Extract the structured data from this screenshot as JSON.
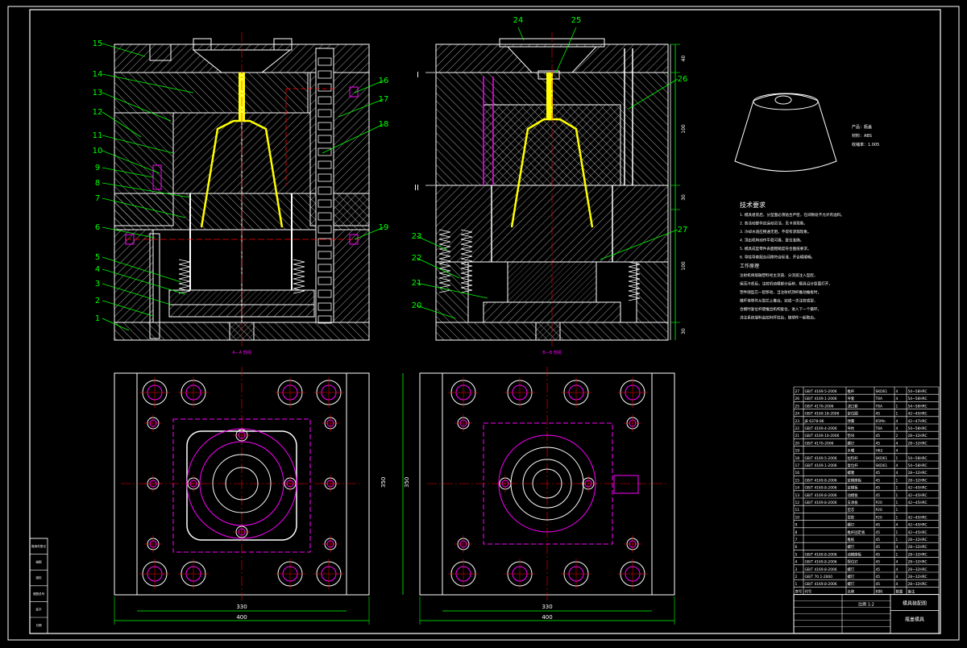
{
  "colors": {
    "background": "#000000",
    "frame": "#ffffff",
    "hatch": "#ffffff",
    "part": "#ffff00",
    "leader": "#00ff00",
    "hole": "#ff00ff",
    "center": "#ff0000",
    "dim": "#00ff00"
  },
  "balloons": [
    {
      "id": "b1",
      "label": "1"
    },
    {
      "id": "b2",
      "label": "2"
    },
    {
      "id": "b3",
      "label": "3"
    },
    {
      "id": "b4",
      "label": "4"
    },
    {
      "id": "b5",
      "label": "5"
    },
    {
      "id": "b6",
      "label": "6"
    },
    {
      "id": "b7",
      "label": "7"
    },
    {
      "id": "b8",
      "label": "8"
    },
    {
      "id": "b9",
      "label": "9"
    },
    {
      "id": "b10",
      "label": "10"
    },
    {
      "id": "b11",
      "label": "11"
    },
    {
      "id": "b12",
      "label": "12"
    },
    {
      "id": "b13",
      "label": "13"
    },
    {
      "id": "b14",
      "label": "14"
    },
    {
      "id": "b15",
      "label": "15"
    },
    {
      "id": "b16",
      "label": "16"
    },
    {
      "id": "b17",
      "label": "17"
    },
    {
      "id": "b18",
      "label": "18"
    },
    {
      "id": "b19",
      "label": "19"
    },
    {
      "id": "b20",
      "label": "20"
    },
    {
      "id": "b21",
      "label": "21"
    },
    {
      "id": "b22",
      "label": "22"
    },
    {
      "id": "b23",
      "label": "23"
    },
    {
      "id": "b24",
      "label": "24"
    },
    {
      "id": "b25",
      "label": "25"
    },
    {
      "id": "b26",
      "label": "26"
    },
    {
      "id": "b27",
      "label": "27"
    }
  ],
  "dimensions": {
    "left_width_inner": "330",
    "left_width_outer": "400",
    "left_height": "350",
    "right_width_inner": "330",
    "right_width_outer": "400",
    "right_height": "350",
    "section_right": [
      "40",
      "100",
      "30",
      "100",
      "30"
    ]
  },
  "section_marks": {
    "one": "I",
    "two": "II"
  },
  "product_info": {
    "name": "产品：瓶盖",
    "material": "材料：ABS",
    "shrink": "收缩率：1.005"
  },
  "tech_req_title": "技术要求",
  "tech_req_lines": [
    "1. 模具组装后，分型面必须贴合严密，在间隙处不允许有溢料。",
    "2. 各活动部件应运动灵活，无卡滞现象。",
    "3. 冷却水道应畅通无阻，不得有渗漏现象。",
    "4. 顶出机构动作平稳可靠，复位准确。",
    "5. 模具成型零件表面粗糙度符合图纸要求。",
    "6. 导柱导套配合间隙符合标准，开合模顺畅。"
  ],
  "work_title": "工作原理",
  "work_lines": [
    "注射机将熔融塑料经主流道、分流道注入型腔，",
    "保压冷却后，注射机动模部分后移，模具沿分型面打开，",
    "塑件随型芯一起移动，当注射机顶杆推动推板时，",
    "推杆将塑件从型芯上推出，完成一次注射成型，",
    "合模时复位杆使推出机构复位，进入下一个循环。",
    "浇注系统凝料由拉料杆拉出，随塑件一起取出。"
  ],
  "view_labels": {
    "left": "A—A 剖视",
    "right": "B—B 剖视"
  },
  "bom_rows": [
    [
      "27",
      "GB/T 4169.5-2006",
      "推杆",
      "SKD61",
      "4",
      "54~58HRC"
    ],
    [
      "26",
      "GB/T 4169.1-2006",
      "导套",
      "T8A",
      "4",
      "54~58HRC"
    ],
    [
      "25",
      "GB/T 4170-2006",
      "浇口套",
      "T8A",
      "1",
      "54~58HRC"
    ],
    [
      "24",
      "GB/T 4169.18-2006",
      "定位圈",
      "45",
      "1",
      "42~45HRC"
    ],
    [
      "23",
      "JB 6378-86",
      "弹簧",
      "65Mn",
      "4",
      "42~47HRC"
    ],
    [
      "22",
      "GB/T 4169.4-2006",
      "导柱",
      "T8A",
      "4",
      "54~58HRC"
    ],
    [
      "21",
      "GB/T 4169.10-2006",
      "垫块",
      "45",
      "2",
      "28~32HRC"
    ],
    [
      "20",
      "GB/T 4170-2006",
      "螺钉",
      "45",
      "4",
      "28~32HRC"
    ],
    [
      "19",
      "",
      "水嘴",
      "H62",
      "4",
      ""
    ],
    [
      "18",
      "GB/T 4169.5-2006",
      "拉料杆",
      "SKD61",
      "1",
      "54~58HRC"
    ],
    [
      "17",
      "GB/T 4169.1-2006",
      "复位杆",
      "SKD61",
      "4",
      "54~58HRC"
    ],
    [
      "16",
      "",
      "螺塞",
      "45",
      "4",
      "28~32HRC"
    ],
    [
      "15",
      "GB/T 4169.8-2006",
      "定模座板",
      "45",
      "1",
      "28~32HRC"
    ],
    [
      "14",
      "GB/T 4169.8-2006",
      "定模板",
      "45",
      "1",
      "42~45HRC"
    ],
    [
      "13",
      "GB/T 4169.8-2006",
      "动模板",
      "45",
      "1",
      "42~45HRC"
    ],
    [
      "12",
      "GB/T 4169.8-2006",
      "支承板",
      "P20",
      "1",
      "42~45HRC"
    ],
    [
      "11",
      "",
      "型芯",
      "P20",
      "1",
      ""
    ],
    [
      "10",
      "",
      "型腔",
      "P20",
      "1",
      "42~45HRC"
    ],
    [
      "9",
      "",
      "螺钉",
      "45",
      "4",
      "42~45HRC"
    ],
    [
      "8",
      "",
      "推杆固定板",
      "45",
      "1",
      "42~45HRC"
    ],
    [
      "7",
      "",
      "推板",
      "45",
      "1",
      "28~32HRC"
    ],
    [
      "6",
      "",
      "螺钉",
      "45",
      "4",
      "28~32HRC"
    ],
    [
      "5",
      "GB/T 4169.8-2006",
      "动模座板",
      "45",
      "1",
      "28~32HRC"
    ],
    [
      "4",
      "GB/T 4169.8-2006",
      "限位钉",
      "45",
      "4",
      "28~32HRC"
    ],
    [
      "3",
      "GB/T 4169.8-2006",
      "螺钉",
      "45",
      "4",
      "28~32HRC"
    ],
    [
      "2",
      "GB/T 70.1-2000",
      "螺钉",
      "45",
      "4",
      "28~32HRC"
    ],
    [
      "1",
      "GB/T 4169.8-2006",
      "螺钉",
      "45",
      "4",
      "28~32HRC"
    ]
  ],
  "bom_header": [
    "序号",
    "代号",
    "名称",
    "材料",
    "数量",
    "备注"
  ],
  "title_block": {
    "drawing_name": "模具装配图",
    "part_name": "瓶盖模具",
    "scale_label": "比例 1:2"
  },
  "left_strip": [
    "借用件登记",
    "描图",
    "描校",
    "底图总号",
    "签字",
    "日期"
  ]
}
